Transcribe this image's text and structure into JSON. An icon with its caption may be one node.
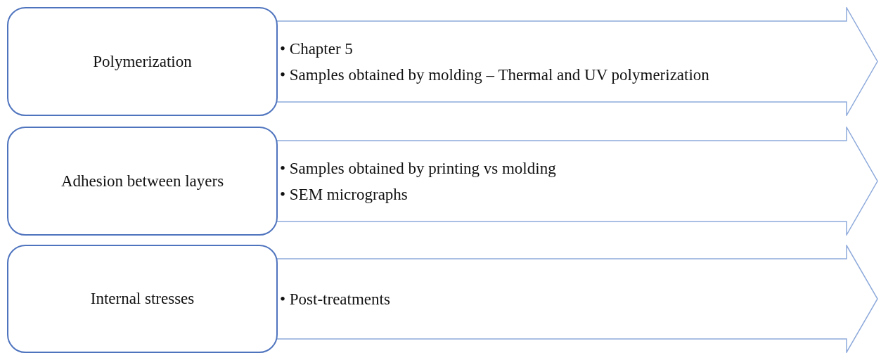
{
  "diagram": {
    "nodes": [
      {
        "text": [
          "Polymerization"
        ]
      },
      {
        "text": [
          "• Chapter 5",
          "• Samples obtained by molding – Thermal and UV polymerization"
        ]
      },
      {
        "text": [
          "Adhesion between layers"
        ]
      },
      {
        "text": [
          "• Samples obtained by printing vs molding",
          "• SEM micrographs"
        ]
      },
      {
        "text": [
          "Internal stresses"
        ]
      },
      {
        "text": [
          "• Post-treatments"
        ]
      }
    ]
  }
}
